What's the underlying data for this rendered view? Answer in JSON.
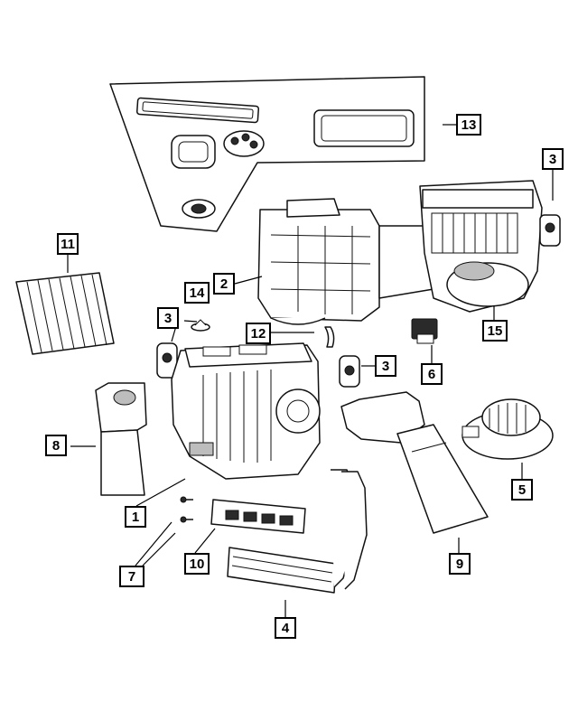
{
  "callouts": [
    {
      "id": "c1",
      "label": "1"
    },
    {
      "id": "c2",
      "label": "2"
    },
    {
      "id": "c3a",
      "label": "3"
    },
    {
      "id": "c3b",
      "label": "3"
    },
    {
      "id": "c3c",
      "label": "3"
    },
    {
      "id": "c4",
      "label": "4"
    },
    {
      "id": "c5",
      "label": "5"
    },
    {
      "id": "c6",
      "label": "6"
    },
    {
      "id": "c7",
      "label": "7"
    },
    {
      "id": "c8",
      "label": "8"
    },
    {
      "id": "c9",
      "label": "9"
    },
    {
      "id": "c10",
      "label": "10"
    },
    {
      "id": "c11",
      "label": "11"
    },
    {
      "id": "c12",
      "label": "12"
    },
    {
      "id": "c13",
      "label": "13"
    },
    {
      "id": "c14",
      "label": "14"
    },
    {
      "id": "c15",
      "label": "15"
    }
  ]
}
